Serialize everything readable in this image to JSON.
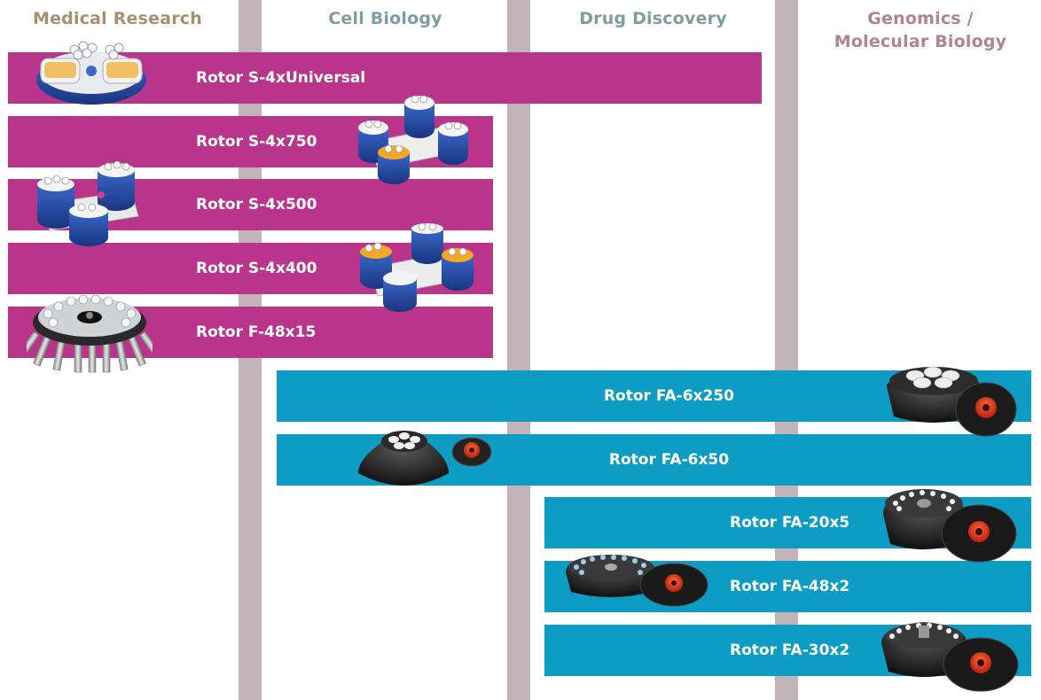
{
  "colors": {
    "swing_bucket_bar": "#b8358b",
    "fixed_angle_bar": "#0d9dc4",
    "divider": "#c3b4b9",
    "heading_medical": "#a8906f",
    "heading_cell": "#7d9e9c",
    "heading_drug": "#7d9e9c",
    "heading_genomics": "#b0848e"
  },
  "columns": [
    {
      "title": "Medical Research"
    },
    {
      "title": "Cell Biology"
    },
    {
      "title": "Drug Discovery"
    },
    {
      "title_line1": "Genomics /",
      "title_line2": "Molecular Biology"
    }
  ],
  "rotors": [
    {
      "label": "Rotor S-4xUniversal",
      "icon": "swing-bucket-rotor-icon"
    },
    {
      "label": "Rotor S-4x750",
      "icon": "swing-bucket-rotor-icon"
    },
    {
      "label": "Rotor S-4x500",
      "icon": "swing-bucket-rotor-icon"
    },
    {
      "label": "Rotor S-4x400",
      "icon": "swing-bucket-rotor-icon"
    },
    {
      "label": "Rotor F-48x15",
      "icon": "fixed-angle-tube-rotor-icon"
    },
    {
      "label": "Rotor FA-6x250",
      "icon": "fixed-angle-rotor-icon"
    },
    {
      "label": "Rotor FA-6x50",
      "icon": "fixed-angle-rotor-icon"
    },
    {
      "label": "Rotor FA-20x5",
      "icon": "fixed-angle-rotor-icon"
    },
    {
      "label": "Rotor FA-48x2",
      "icon": "fixed-angle-rotor-icon"
    },
    {
      "label": "Rotor FA-30x2",
      "icon": "fixed-angle-rotor-icon"
    }
  ]
}
